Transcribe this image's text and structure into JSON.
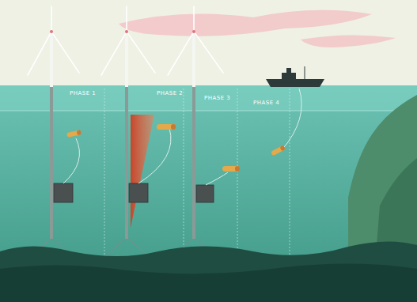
{
  "diagram": {
    "labels": [
      "PHASE 1",
      "PHASE 2",
      "PHASE 3",
      "PHASE 4"
    ]
  }
}
